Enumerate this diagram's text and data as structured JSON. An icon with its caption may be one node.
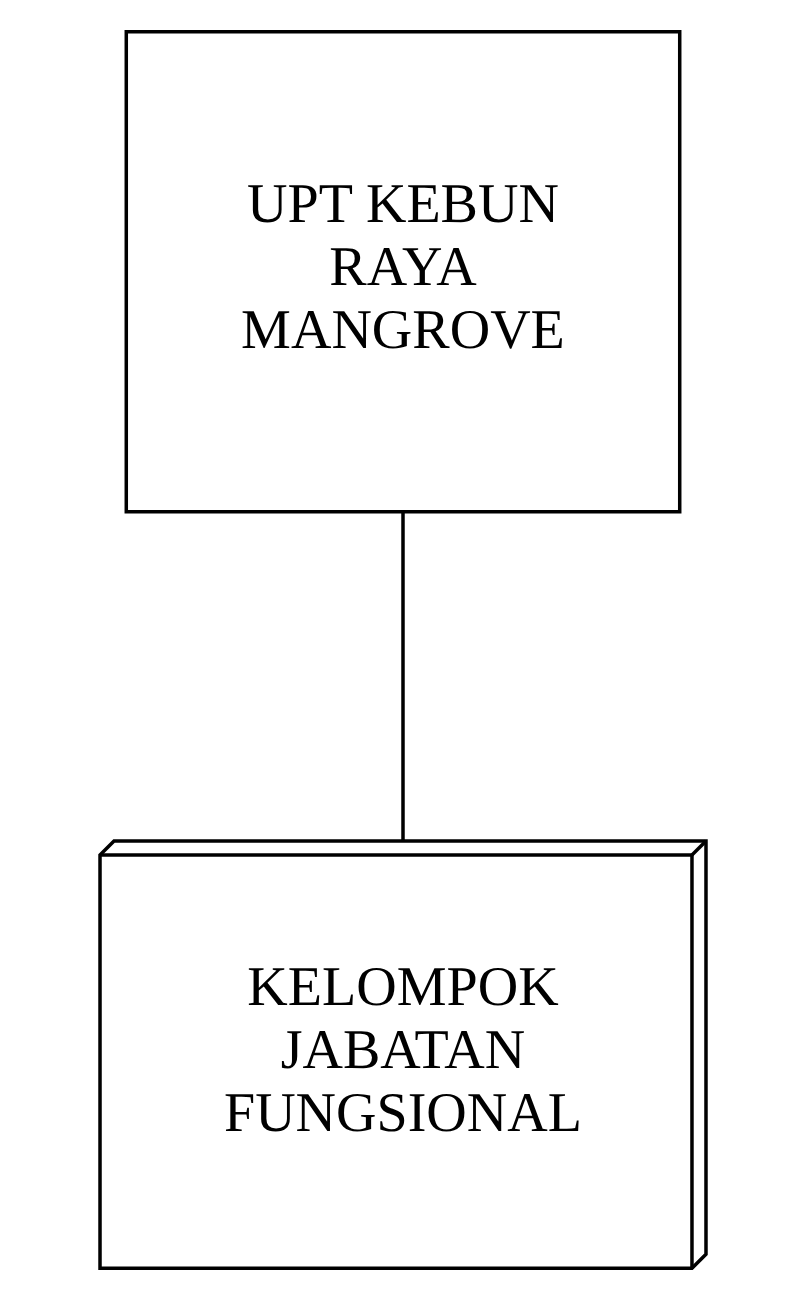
{
  "diagram": {
    "nodes": [
      {
        "text": [
          "UPT KEBUN RAYA MANGROVE"
        ]
      },
      {
        "text": [
          "KELOMPOK JABATAN FUNGSIONAL"
        ]
      }
    ],
    "edges": [
      {
        "from": 0,
        "to": 1,
        "arrow": "none"
      }
    ]
  }
}
